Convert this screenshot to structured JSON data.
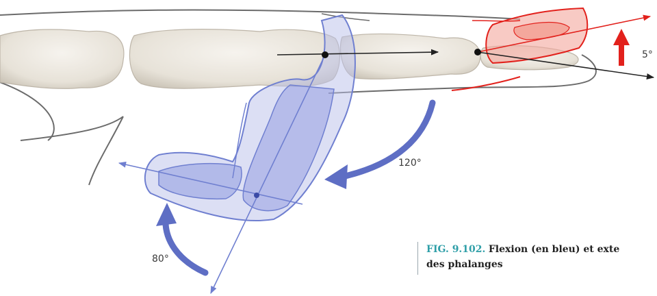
{
  "labels": {
    "flexion_dip": "120°",
    "flexion_pip": "80°",
    "extension": "5°"
  },
  "caption": {
    "number": "FIG. 9.102.",
    "line1": "Flexion (en bleu) et exte",
    "line2": "des phalanges"
  },
  "colors": {
    "flexion": "#6f7fd0",
    "extension": "#e2211c",
    "bone": "#e7e2d8",
    "outline": "#6b6b6b",
    "caption_accent": "#2f9fa8"
  }
}
